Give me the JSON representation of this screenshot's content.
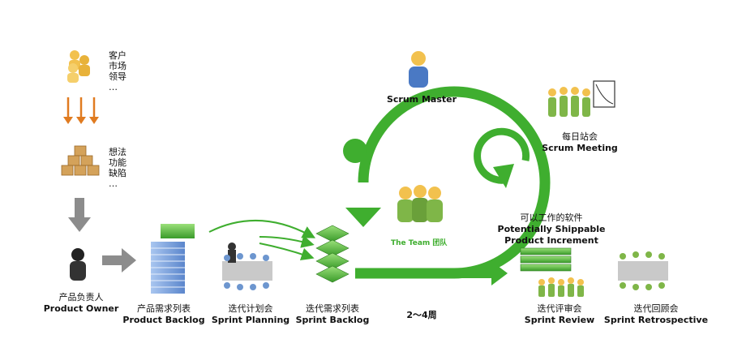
{
  "stakeholders": {
    "lines": [
      "客户",
      "市场",
      "领导",
      "…"
    ]
  },
  "ideas": {
    "lines": [
      "想法",
      "功能",
      "缺陷",
      "…"
    ]
  },
  "product_owner": {
    "cn": "产品负责人",
    "en": "Product Owner"
  },
  "product_backlog": {
    "cn": "产品需求列表",
    "en": "Product Backlog"
  },
  "sprint_planning": {
    "cn": "迭代计划会",
    "en": "Sprint Planning"
  },
  "sprint_backlog": {
    "cn": "迭代需求列表",
    "en": "Sprint Backlog"
  },
  "scrum_master": {
    "en": "Scrum Master"
  },
  "daily_scrum": {
    "cn": "每日站会",
    "en": "Scrum Meeting"
  },
  "team": {
    "label": "The Team 团队"
  },
  "sprint_length": {
    "text": "2～4周"
  },
  "increment": {
    "cn": "可以工作的软件",
    "en1": "Potentially Shippable",
    "en2": "Product Increment"
  },
  "sprint_review": {
    "cn": "迭代评审会",
    "en": "Sprint Review"
  },
  "sprint_retrospective": {
    "cn": "迭代回顾会",
    "en": "Sprint Retrospective"
  },
  "colors": {
    "cycle_green": "#3fae2f",
    "arrow_orange": "#e07b20",
    "arrow_gray": "#8c8c8c",
    "backlog_blue": "#7ea7e0",
    "person_yellow": "#f2c14e"
  }
}
